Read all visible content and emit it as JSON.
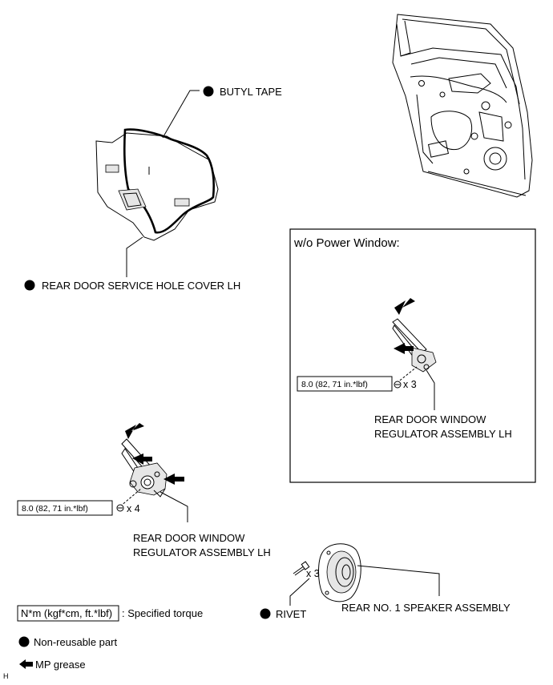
{
  "labels": {
    "butyl_tape": "BUTYL TAPE",
    "service_hole_cover": "REAR DOOR SERVICE HOLE COVER LH",
    "wo_power_window": "w/o Power Window:",
    "torque_1": "8.0 (82, 71 in.*lbf)",
    "qty_1": "x 3",
    "regulator_1_line1": "REAR DOOR WINDOW",
    "regulator_1_line2": "REGULATOR ASSEMBLY LH",
    "torque_2": "8.0 (82, 71 in.*lbf)",
    "qty_2": "x 4",
    "regulator_2_line1": "REAR DOOR WINDOW",
    "regulator_2_line2": "REGULATOR ASSEMBLY LH",
    "qty_3": "x 3",
    "rivet": "RIVET",
    "speaker": "REAR NO. 1 SPEAKER ASSEMBLY"
  },
  "legend": {
    "torque_box": "N*m (kgf*cm, ft.*lbf)",
    "torque_desc": ": Specified torque",
    "non_reusable": "Non-reusable part",
    "mp_grease": "MP grease",
    "corner_mark": "H"
  },
  "colors": {
    "ink": "#000000",
    "paper": "#ffffff"
  }
}
